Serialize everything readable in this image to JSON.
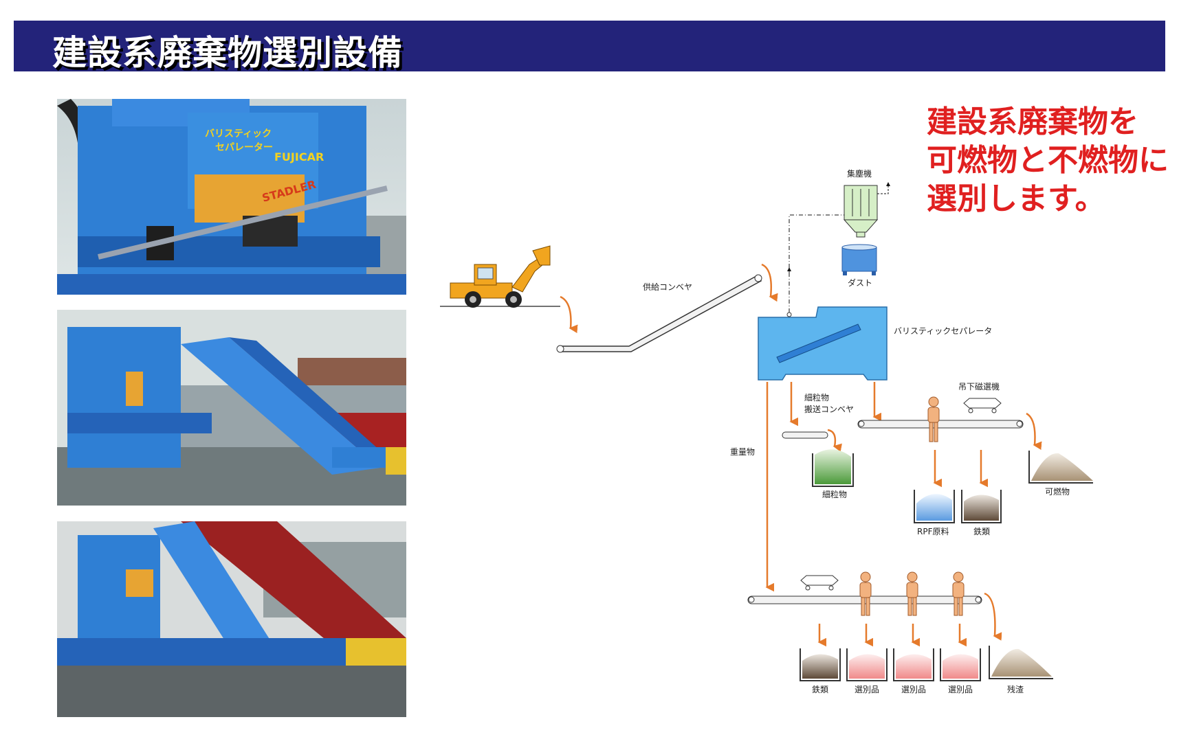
{
  "title": "建設系廃棄物選別設備",
  "headline": [
    "建設系廃棄物を",
    "可燃物と不燃物に",
    "選別します。"
  ],
  "photos": [
    {
      "sign1": "バリスティック",
      "sign2": "セパレーター",
      "brand": "FUJICAR",
      "brand2": "STADLER"
    }
  ],
  "diagram": {
    "supply_conveyor": "供給コンベヤ",
    "dust_collector": "集塵機",
    "dust": "ダスト",
    "ballistic_separator": "バリスティックセパレータ",
    "fines": "細粒物",
    "fines_conveyor": "搬送コンベヤ",
    "fines_product": "細粒物",
    "suspended_magnet": "吊下磁選機",
    "rpf": "RPF原料",
    "iron_upper": "鉄類",
    "combustibles": "可燃物",
    "heavy": "重量物",
    "iron_lower": "鉄類",
    "sorted1": "選別品",
    "sorted2": "選別品",
    "sorted3": "選別品",
    "residue": "残渣"
  },
  "colors": {
    "title_bg": "#23237a",
    "headline": "#e02020",
    "arrow": "#e57a2b",
    "machine_blue": "#3a8fe0"
  }
}
